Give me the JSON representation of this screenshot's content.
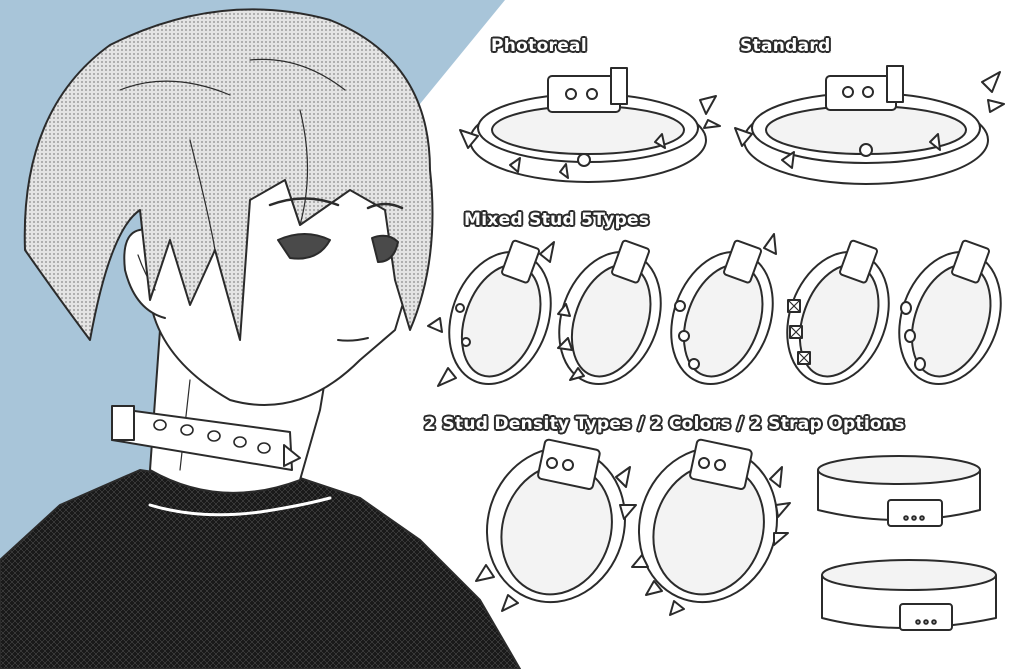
{
  "colors": {
    "background_sky": "#a8c5d9",
    "background_white": "#ffffff",
    "line_art": "#2b2b2b",
    "hair_tone": "#c9c9c9",
    "shirt": "#1a1a1a",
    "label_fill": "#ffffff",
    "label_outline": "#2b2b2b"
  },
  "labels": {
    "photoreal": "Photoreal",
    "standard": "Standard",
    "mixed_stud": "Mixed Stud 5Types",
    "options": "2 Stud Density Types / 2 Colors / 2 Strap Options"
  },
  "collar_sets": {
    "top_row": [
      "Photoreal",
      "Standard"
    ],
    "mixed_stud_types": [
      {
        "stud_shape": "spike",
        "icon": "spike-stud-icon"
      },
      {
        "stud_shape": "cone",
        "icon": "cone-stud-icon"
      },
      {
        "stud_shape": "round",
        "icon": "round-stud-icon"
      },
      {
        "stud_shape": "pyramid",
        "icon": "pyramid-stud-icon"
      },
      {
        "stud_shape": "dome",
        "icon": "dome-stud-icon"
      }
    ],
    "bottom_row": [
      {
        "variant": "spiked-large"
      },
      {
        "variant": "spiked-dense"
      },
      {
        "variant": "plain-strap"
      },
      {
        "variant": "plain-strap-buckle"
      }
    ]
  }
}
